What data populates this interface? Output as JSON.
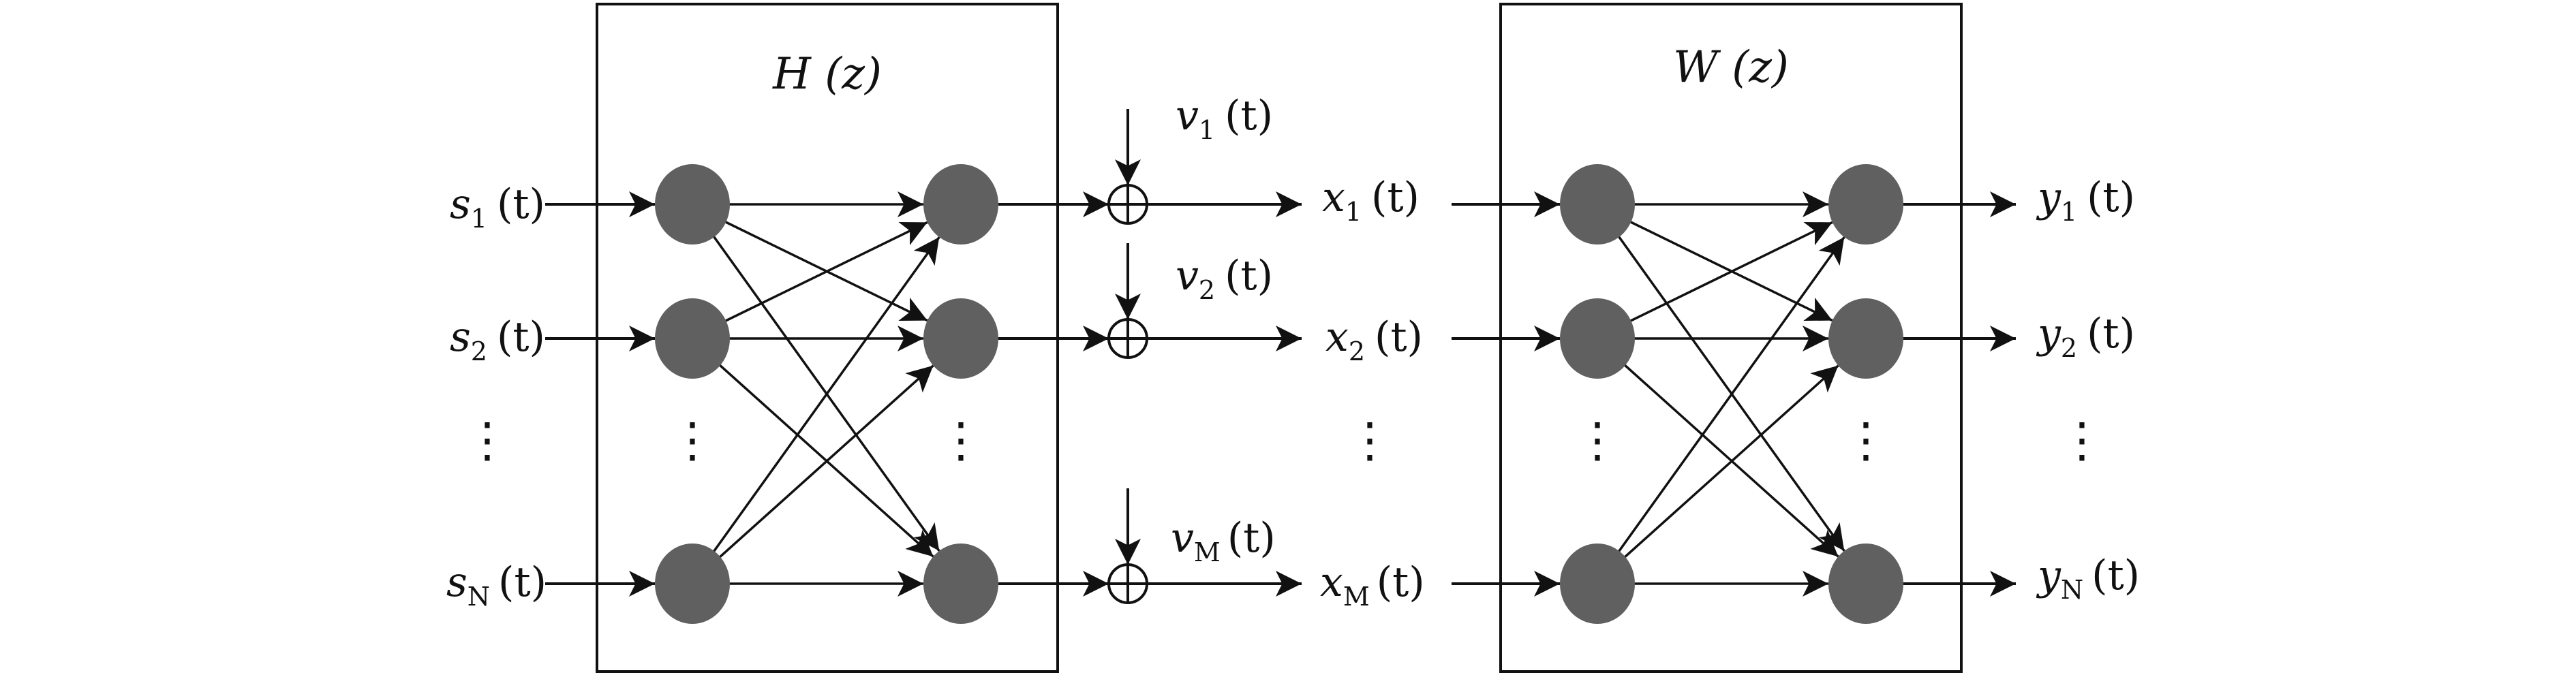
{
  "blocks": [
    {
      "id": "H",
      "title": "H (z)"
    },
    {
      "id": "W",
      "title": "W (z)"
    }
  ],
  "sources": [
    {
      "base": "s",
      "sub": "1",
      "arg": "(t)"
    },
    {
      "base": "s",
      "sub": "2",
      "arg": "(t)"
    },
    {
      "base": "s",
      "sub": "N",
      "arg": "(t)"
    }
  ],
  "noises": [
    {
      "base": "v",
      "sub": "1",
      "arg": "(t)"
    },
    {
      "base": "v",
      "sub": "2",
      "arg": "(t)"
    },
    {
      "base": "v",
      "sub": "M",
      "arg": "(t)"
    }
  ],
  "mixtures": [
    {
      "base": "x",
      "sub": "1",
      "arg": "(t)"
    },
    {
      "base": "x",
      "sub": "2",
      "arg": "(t)"
    },
    {
      "base": "x",
      "sub": "M",
      "arg": "(t)"
    }
  ],
  "outputs": [
    {
      "base": "y",
      "sub": "1",
      "arg": "(t)"
    },
    {
      "base": "y",
      "sub": "2",
      "arg": "(t)"
    },
    {
      "base": "y",
      "sub": "N",
      "arg": "(t)"
    }
  ],
  "ellipsis": "⋮",
  "colors": {
    "node": "#606060",
    "stroke": "#111111",
    "background": "#ffffff"
  }
}
